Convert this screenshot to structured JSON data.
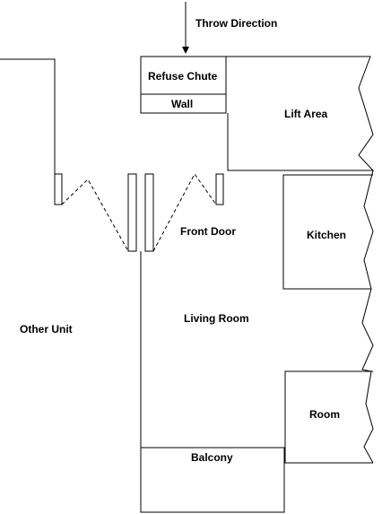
{
  "labels": {
    "throw_direction": "Throw Direction",
    "refuse_chute": "Refuse Chute",
    "wall": "Wall",
    "lift_area": "Lift Area",
    "front_door": "Front Door",
    "kitchen": "Kitchen",
    "other_unit": "Other Unit",
    "living_room": "Living Room",
    "room": "Room",
    "balcony": "Balcony"
  }
}
